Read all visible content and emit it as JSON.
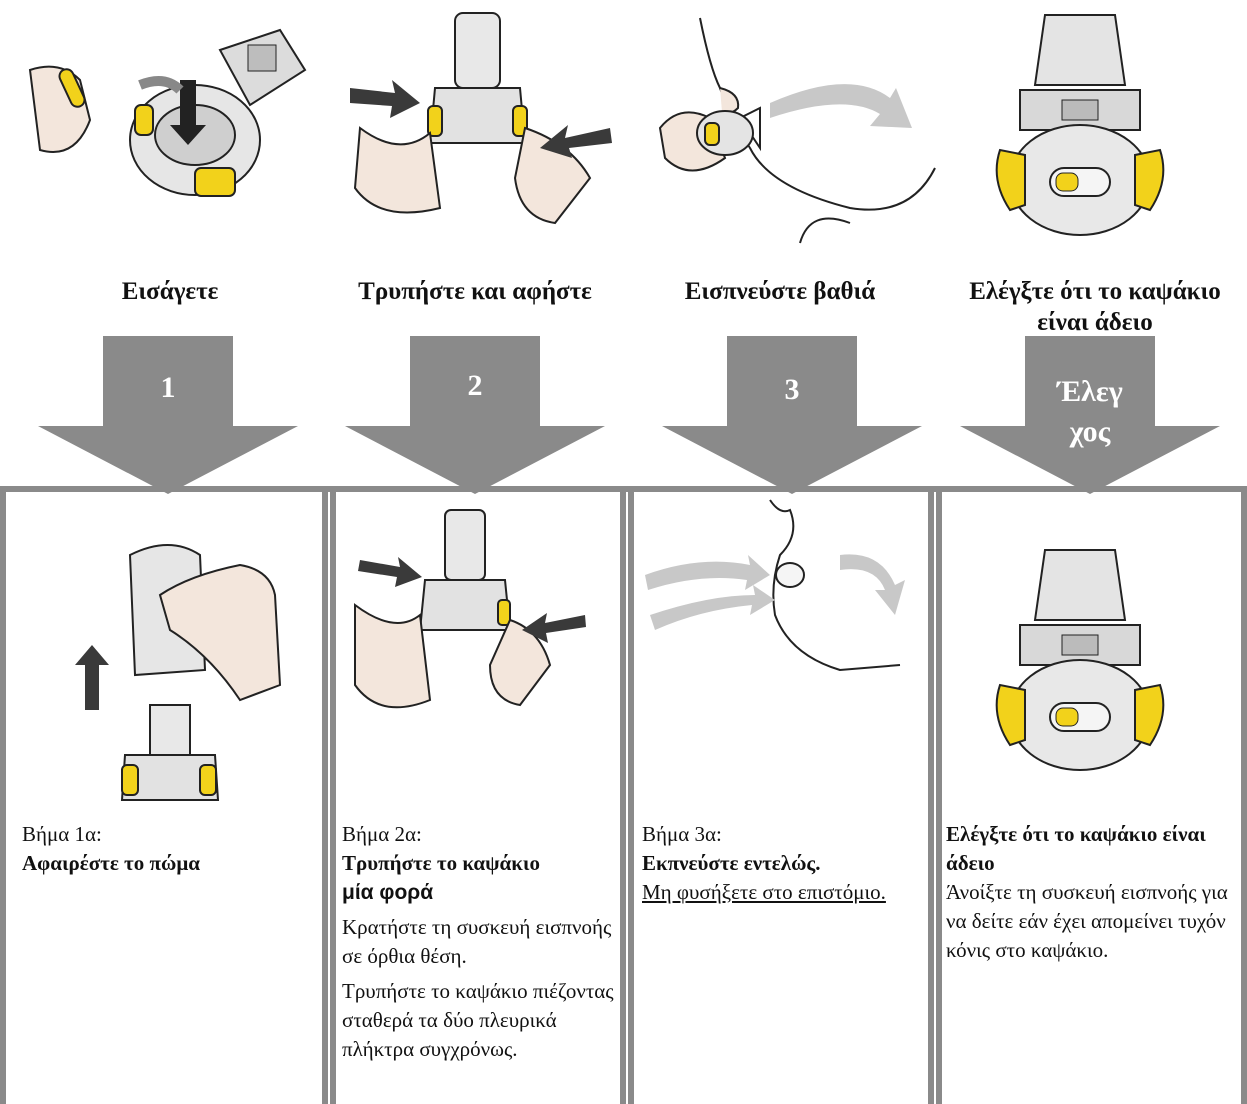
{
  "steps": [
    {
      "title": "Εισάγετε",
      "number": "1"
    },
    {
      "title": "Τρυπήστε και αφήστε",
      "number": "2"
    },
    {
      "title": "Εισπνεύστε βαθιά",
      "number": "3"
    },
    {
      "title": "Ελέγξτε ότι το καψάκιο είναι άδειο",
      "number_line1": "Έλεγ",
      "number_line2": "χος"
    }
  ],
  "panels": [
    {
      "step_label": "Βήμα 1α:",
      "heading": "Αφαιρέστε το πώμα"
    },
    {
      "step_label": "Βήμα 2α:",
      "heading": "Τρυπήστε το καψάκιο",
      "heading_emph": "μία φορά",
      "text1": "Κρατήστε τη συσκευή εισπνοής σε όρθια θέση.",
      "text2": "Τρυπήστε το καψάκιο πιέζοντας σταθερά τα δύο πλευρικά πλήκτρα συγχρόνως."
    },
    {
      "step_label": "Βήμα 3α:",
      "heading": "Εκπνεύστε εντελώς.",
      "underline_text": "Μη φυσήξετε στο επιστόμιο."
    },
    {
      "heading": "Ελέγξτε ότι  το καψάκιο είναι άδειο",
      "text1": "Άνοίξτε τη συσκευή εισπνοής για να δείτε εάν έχει απομείνει τυχόν κόνις στο καψάκιο."
    }
  ],
  "colors": {
    "arrow": "#8a8a8a",
    "frame": "#8a8a8a",
    "accent": "#f2d21b"
  },
  "icons": {
    "top": [
      "capsule-insert-illustration",
      "pierce-buttons-illustration",
      "inhale-illustration",
      "inhaler-check-illustration"
    ],
    "bottom": [
      "cap-remove-illustration",
      "pierce-once-illustration",
      "exhale-illustration",
      "inhaler-open-illustration"
    ]
  }
}
